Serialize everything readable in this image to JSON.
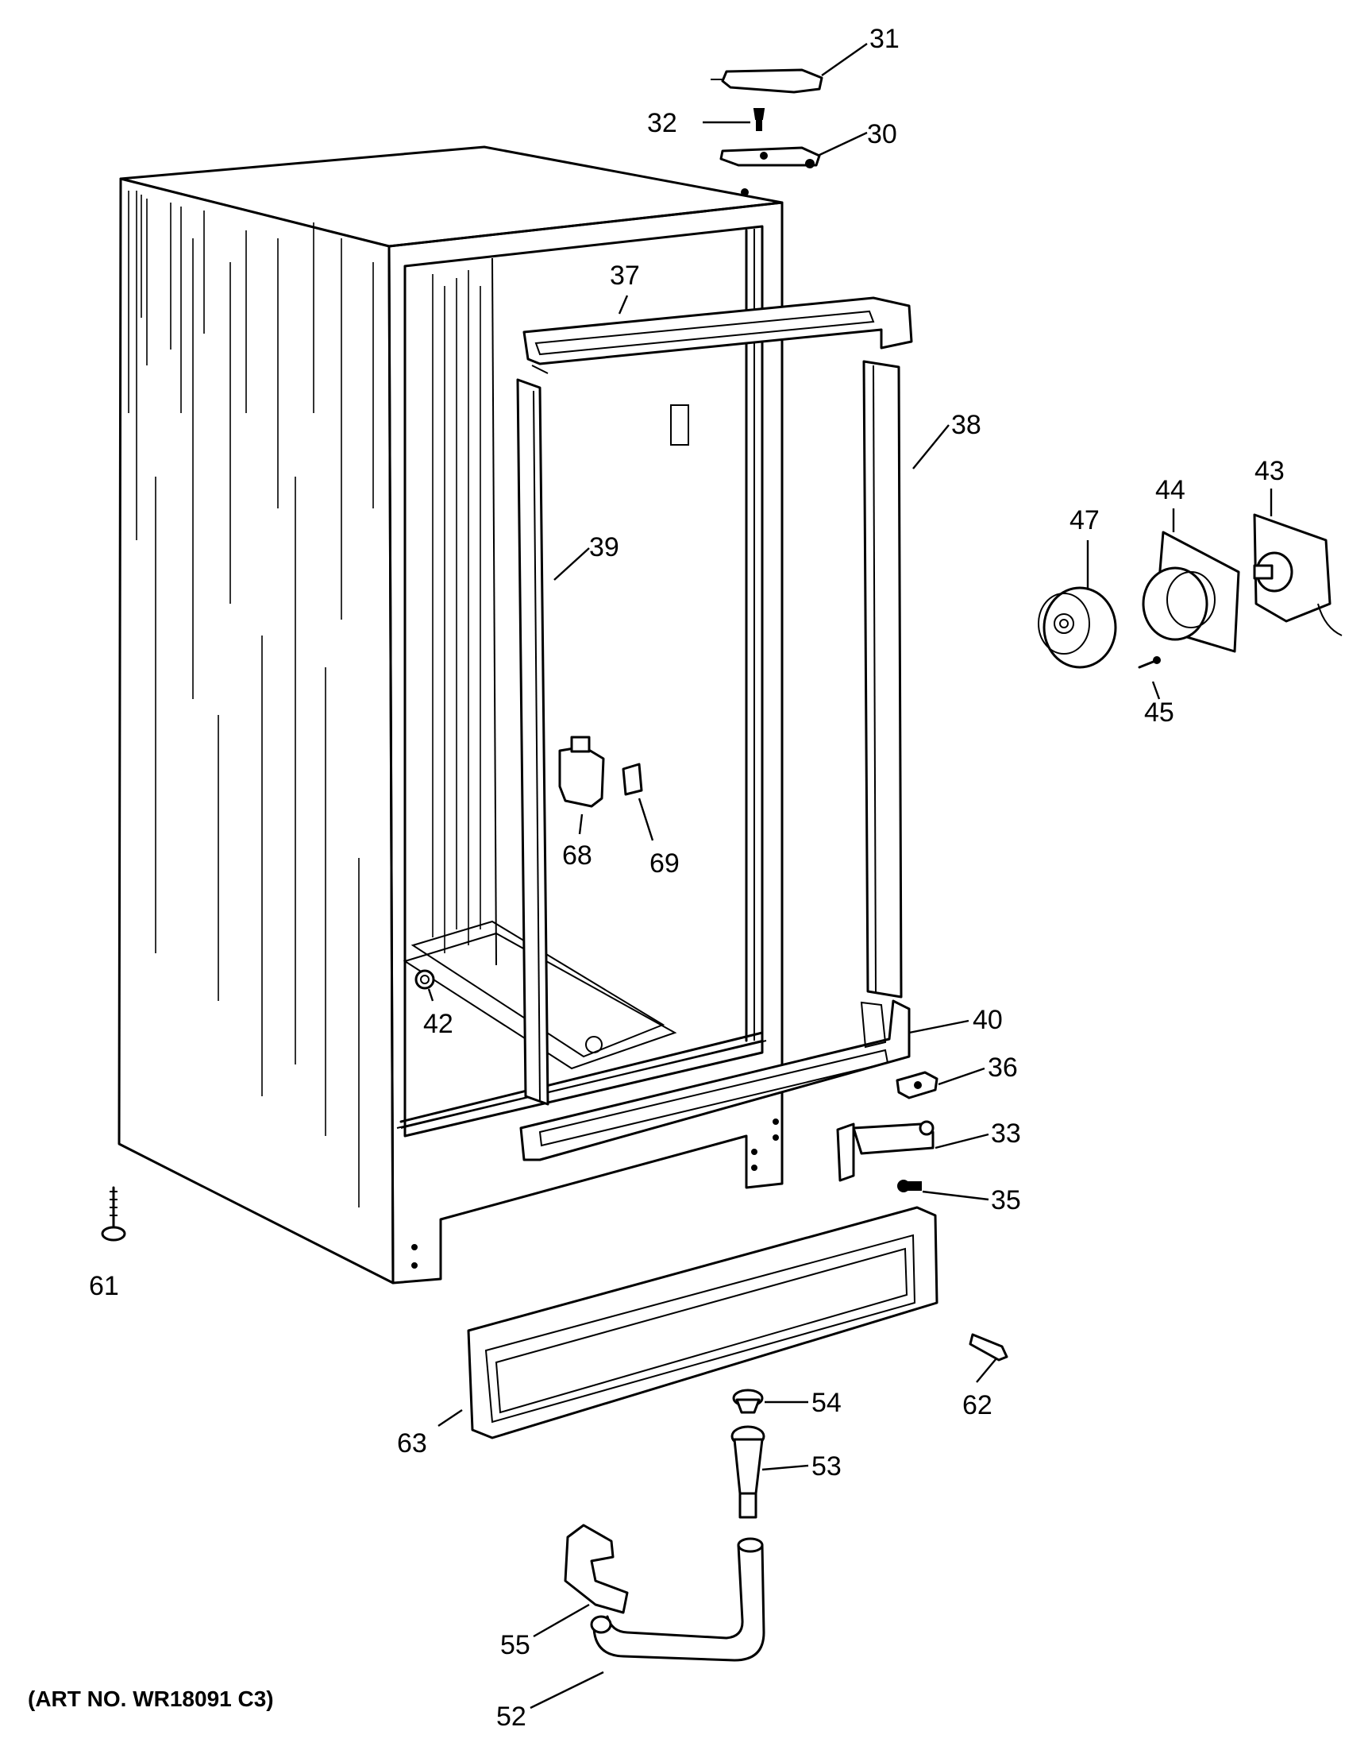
{
  "art_number": "(ART NO. WR18091 C3)",
  "callouts": [
    "31",
    "32",
    "30",
    "37",
    "38",
    "43",
    "44",
    "47",
    "45",
    "39",
    "68",
    "69",
    "42",
    "40",
    "36",
    "33",
    "35",
    "61",
    "62",
    "54",
    "63",
    "53",
    "55",
    "52"
  ]
}
